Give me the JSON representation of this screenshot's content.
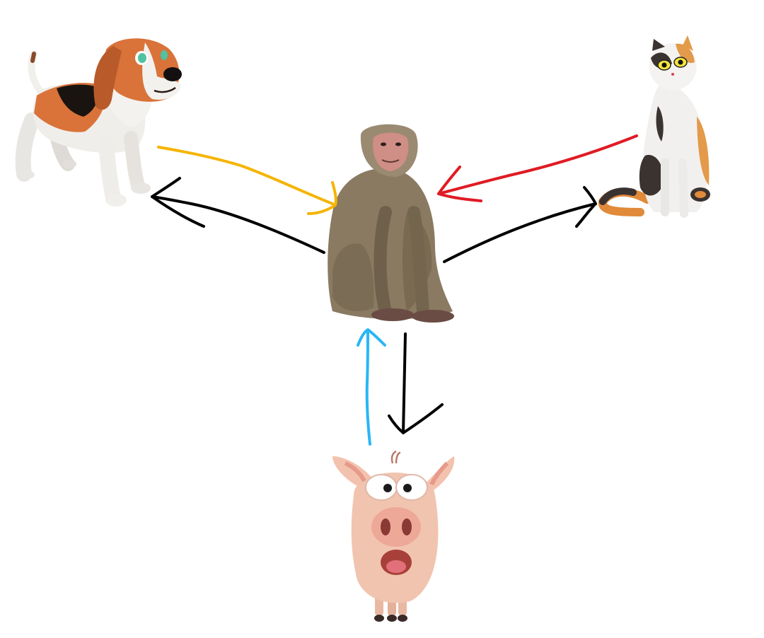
{
  "diagram": {
    "nodes": [
      {
        "id": "monkey",
        "icon": "monkey-icon"
      },
      {
        "id": "dog",
        "icon": "dog-icon"
      },
      {
        "id": "cat",
        "icon": "cat-icon"
      },
      {
        "id": "pig",
        "icon": "pig-icon"
      }
    ],
    "edges": [
      {
        "from": "dog",
        "to": "monkey",
        "color": "#f5b400"
      },
      {
        "from": "monkey",
        "to": "dog",
        "color": "#000000"
      },
      {
        "from": "cat",
        "to": "monkey",
        "color": "#e01b24"
      },
      {
        "from": "monkey",
        "to": "cat",
        "color": "#000000"
      },
      {
        "from": "pig",
        "to": "monkey",
        "color": "#29b6f6"
      },
      {
        "from": "monkey",
        "to": "pig",
        "color": "#000000"
      }
    ]
  }
}
